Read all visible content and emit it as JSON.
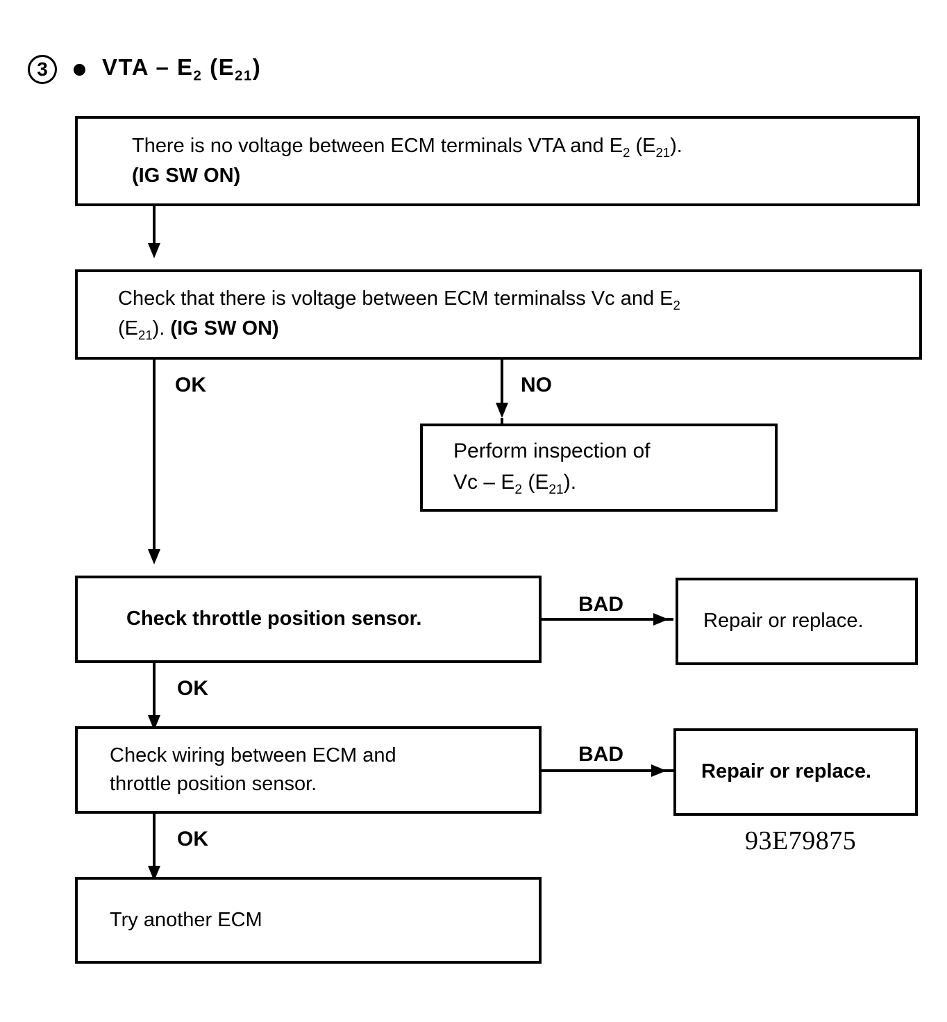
{
  "header": {
    "step_number": "3",
    "bullet": "bullet-icon",
    "title_main": "VTA – E",
    "title_sub1": "2",
    "title_mid": " (E",
    "title_sub2": "21",
    "title_end": ")"
  },
  "boxes": {
    "no_voltage": {
      "line1_pre": "There is no voltage between ECM terminals VTA and E",
      "line1_sub": "2",
      "line1_mid": " (E",
      "line1_sub2": "21",
      "line1_end": ").",
      "line2": "(IG SW ON)"
    },
    "check_vc": {
      "line1_pre": "Check that there is voltage between ECM terminalss Vc and E",
      "line1_sub": "2",
      "line2_pre": "(E",
      "line2_sub": "21",
      "line2_mid": "). ",
      "line2_bold": "(IG SW ON)"
    },
    "perform_inspection": {
      "line1": "Perform inspection of",
      "line2_pre": "Vc – E",
      "line2_sub": "2",
      "line2_mid": " (E",
      "line2_sub2": "21",
      "line2_end": ")."
    },
    "check_tps": {
      "text": "Check throttle position sensor."
    },
    "repair_1": {
      "text": "Repair or replace."
    },
    "check_wiring": {
      "line1": "Check wiring between ECM and",
      "line2": "throttle position sensor."
    },
    "repair_2": {
      "text": "Repair or replace."
    },
    "try_ecm": {
      "text": "Try another ECM"
    }
  },
  "edges": {
    "ok_1": "OK",
    "no": "NO",
    "bad_1": "BAD",
    "ok_2": "OK",
    "bad_2": "BAD",
    "ok_3": "OK"
  },
  "figure_reference": "93E79875",
  "colors": {
    "ink": "#000000",
    "paper": "#ffffff"
  }
}
